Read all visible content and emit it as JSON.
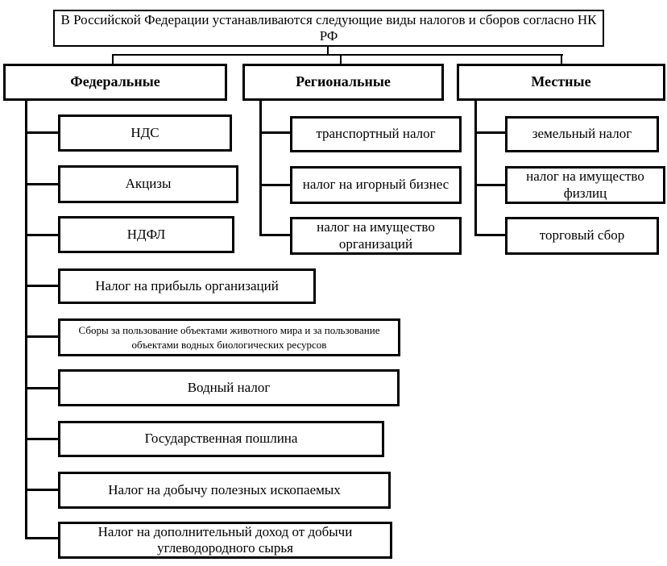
{
  "diagram": {
    "title": "В Российской Федерации устанавливаются следующие виды налогов и сборов согласно НК РФ",
    "columns": [
      {
        "header": "Федеральные",
        "items": [
          "НДС",
          "Акцизы",
          "НДФЛ",
          "Налог на прибыль организаций",
          "Сборы за пользование объектами животного мира и за пользование объектами водных биологических ресурсов",
          "Водный налог",
          "Государственная пошлина",
          "Налог на добычу полезных ископаемых",
          "Налог на дополнительный доход от добычи углеводородного сырья"
        ]
      },
      {
        "header": "Региональные",
        "items": [
          "транспортный налог",
          "налог на игорный бизнес",
          "налог на имущество организаций"
        ]
      },
      {
        "header": "Местные",
        "items": [
          "земельный налог",
          "налог на имущество физлиц",
          "торговый сбор"
        ]
      }
    ],
    "colors": {
      "line": "#000000",
      "text": "#000000",
      "background": "#ffffff"
    }
  }
}
